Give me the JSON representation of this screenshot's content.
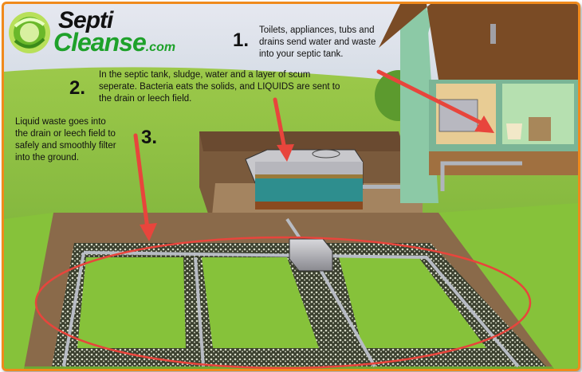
{
  "logo": {
    "line1": "Septi",
    "line2": "Cleanse",
    "suffix": ".com",
    "icon": "recycle-swirl-icon",
    "brand_green": "#1ea12a"
  },
  "steps": [
    {
      "number": "1.",
      "text_lines": [
        "Toilets, appliances, tubs and",
        "drains send water and waste",
        "into your septic tank."
      ]
    },
    {
      "number": "2.",
      "text_lines": [
        "In the septic tank, sludge, water and a layer of scum",
        "seperate.  Bacteria eats the solids, and LIQUIDS are sent to",
        "the drain or leech field."
      ]
    },
    {
      "number": "3.",
      "text_lines": [
        "Liquid waste goes into",
        "the drain or leech field to",
        "safely and smoothly filter",
        "into the ground."
      ]
    }
  ],
  "colors": {
    "frame_border": "#f08a1c",
    "arrow": "#e8453c",
    "grass": "#7fb33a",
    "soil": "#8a6a4a",
    "water": "#2e8e8e",
    "house_wall": "#8cc9a6",
    "roof": "#7a4b25"
  }
}
